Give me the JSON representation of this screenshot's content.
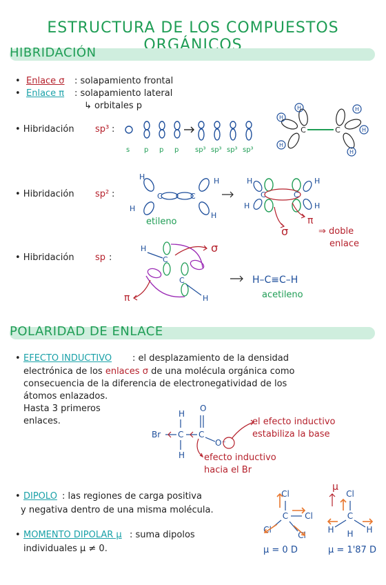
{
  "title": "ESTRUCTURA DE LOS COMPUESTOS ORGÁNICOS",
  "sections": {
    "hibridacion": "HIBRIDACIÓN",
    "polaridad": "POLARIDAD DE ENLACE"
  },
  "enlaces": {
    "sigma_label": "Enlace σ",
    "sigma_text": ": solapamiento frontal",
    "pi_label": "Enlace π",
    "pi_text": ": solapamiento lateral",
    "pi_sub": "↳ orbitales p"
  },
  "sp3": {
    "label": "• Hibridación",
    "type": "sp³",
    "colon": ":",
    "orbitals_before": [
      "s",
      "p",
      "p",
      "p"
    ],
    "orbitals_after": [
      "sp³",
      "sp³",
      "sp³",
      "sp³"
    ]
  },
  "sp2": {
    "label": "• Hibridación",
    "type": "sp²",
    "colon": ":",
    "molecule": "etileno",
    "sigma": "σ",
    "pi": "π",
    "doble": "⇒ doble",
    "enlace": "enlace"
  },
  "sp": {
    "label": "• Hibridación",
    "type": "sp",
    "colon": ":",
    "formula": "H–C≡C–H",
    "molecule": "acetileno",
    "sigma": "σ",
    "pi": "π"
  },
  "efecto": {
    "label": "EFECTO INDUCTIVO",
    "line1_rest": ": el desplazamiento de la densidad",
    "line2_pre": "electrónica de los ",
    "line2_highlight": "enlaces σ",
    "line2_post": " de una molécula orgánica como",
    "line3": "consecuencia de la diferencia de electronegatividad de los",
    "line4": "átomos enlazados.",
    "line5": "Hasta 3 primeros",
    "line6": "enlaces.",
    "annot1": "el efecto inductivo",
    "annot2": "estabiliza la base",
    "annot3": "efecto inductivo",
    "annot4": "hacia el Br"
  },
  "dipolo": {
    "label": "DIPOLO",
    "line1": ": las regiones de carga positiva",
    "line2": "y negativa dentro de una misma molécula."
  },
  "momento": {
    "label": "MOMENTO DIPOLAR μ",
    "line1": ": suma dipolos",
    "line2": "individuales  μ ≠ 0.",
    "mu1": "μ = 0 D",
    "mu2": "μ = 1'87 D",
    "mu_sym": "μ"
  },
  "atoms": {
    "C": "C",
    "H": "H",
    "O": "O",
    "Br": "Br",
    "Cl": "Cl",
    "Ominus": "O⁻"
  }
}
